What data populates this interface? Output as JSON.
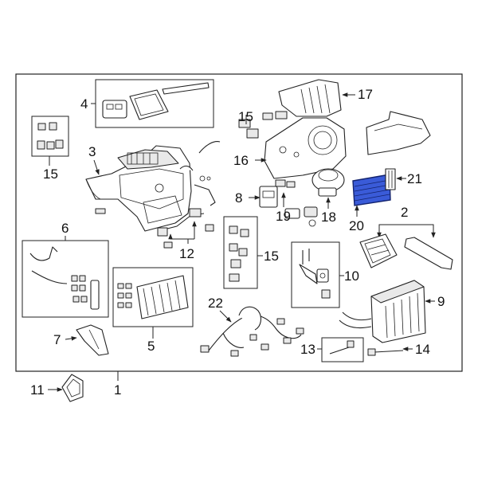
{
  "colors": {
    "highlight_fill": "#3a5bd8",
    "highlight_stroke": "#13236e",
    "line": "#222222",
    "background": "#ffffff"
  },
  "callouts": {
    "c1": "1",
    "c2": "2",
    "c3": "3",
    "c4": "4",
    "c5": "5",
    "c6": "6",
    "c7": "7",
    "c8": "8",
    "c9": "9",
    "c10": "10",
    "c11": "11",
    "c12": "12",
    "c13": "13",
    "c14": "14",
    "c15a": "15",
    "c15b": "15",
    "c15c": "15",
    "c16": "16",
    "c17": "17",
    "c18": "18",
    "c19": "19",
    "c20": "20",
    "c21": "21",
    "c22": "22"
  },
  "highlighted_part": "20"
}
